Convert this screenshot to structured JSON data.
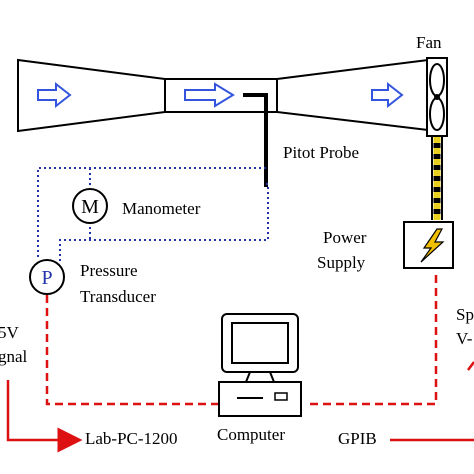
{
  "labels": {
    "fan": "Fan",
    "pitot_probe": "Pitot Probe",
    "manometer": "Manometer",
    "manometer_symbol": "M",
    "power_supply_line1": "Power",
    "power_supply_line2": "Supply",
    "pressure_transducer_line1": "Pressure",
    "pressure_transducer_line2": "Transducer",
    "pressure_transducer_symbol": "P",
    "computer": "Computer",
    "lab_pc": "Lab-PC-1200",
    "gpib": "GPIB",
    "left_edge_line1": "5V",
    "left_edge_line2": "gnal",
    "right_edge_line1": "Sp",
    "right_edge_line2": "V-"
  },
  "colors": {
    "outline": "#000000",
    "flow_arrow": "#3355dd",
    "pneumatic_line": "#2233aa",
    "signal_line": "#dd1111",
    "fan_shaft": "#e8d020",
    "lightning": "#f0c000",
    "transducer_symbol": "#2233aa"
  },
  "icons": {
    "flow_arrows": "flow-arrow-icon",
    "fan": "fan-icon",
    "power": "lightning-icon",
    "computer": "computer-icon"
  }
}
